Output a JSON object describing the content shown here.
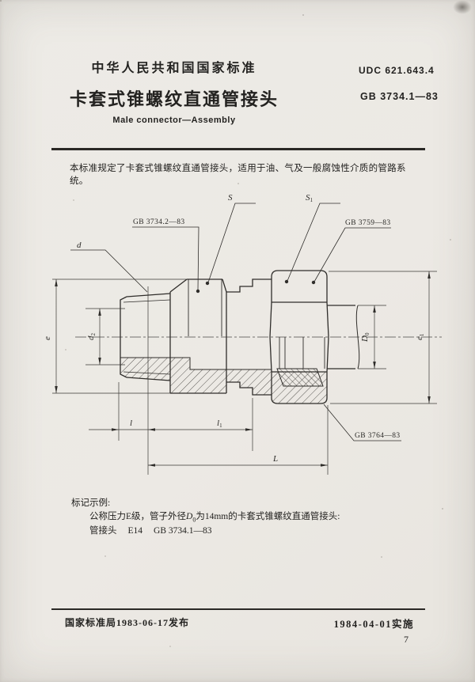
{
  "header": {
    "standard_label": "中华人民共和国国家标准",
    "udc": "UDC  621.643.4",
    "title": "卡套式锥螺纹直通管接头",
    "code": "GB  3734.1—83",
    "subtitle": "Male connector—Assembly"
  },
  "scope": {
    "text": "本标准规定了卡套式锥螺纹直通管接头，适用于油、气及一般腐蚀性介质的管路系统。"
  },
  "figure": {
    "labels": {
      "d": "d",
      "s": "S",
      "s1_main": "S",
      "s1_sub": "1",
      "gb_body": "GB 3734.2—83",
      "gb_nut": "GB 3759—83",
      "gb_ferrule": "GB 3764—83",
      "e": "e",
      "e1_main": "e",
      "e1_sub": "1",
      "d2_main": "d",
      "d2_sub": "2",
      "D0_main": "D",
      "D0_sub": "0",
      "l": "l",
      "l1_main": "l",
      "l1_sub": "1",
      "L": "L"
    }
  },
  "example": {
    "heading": "标记示例:",
    "line1_pre": "公称压力E级，管子外径",
    "line1_var": "D",
    "line1_sub": "0",
    "line1_post": "为14mm的卡套式锥螺纹直通管接头:",
    "line2_name": "管接头",
    "line2_code": "E14",
    "line2_std": "GB 3734.1—83"
  },
  "footer": {
    "issued": "国家标准局1983-06-17发布",
    "implemented": "1984-04-01实施",
    "page": "7"
  }
}
